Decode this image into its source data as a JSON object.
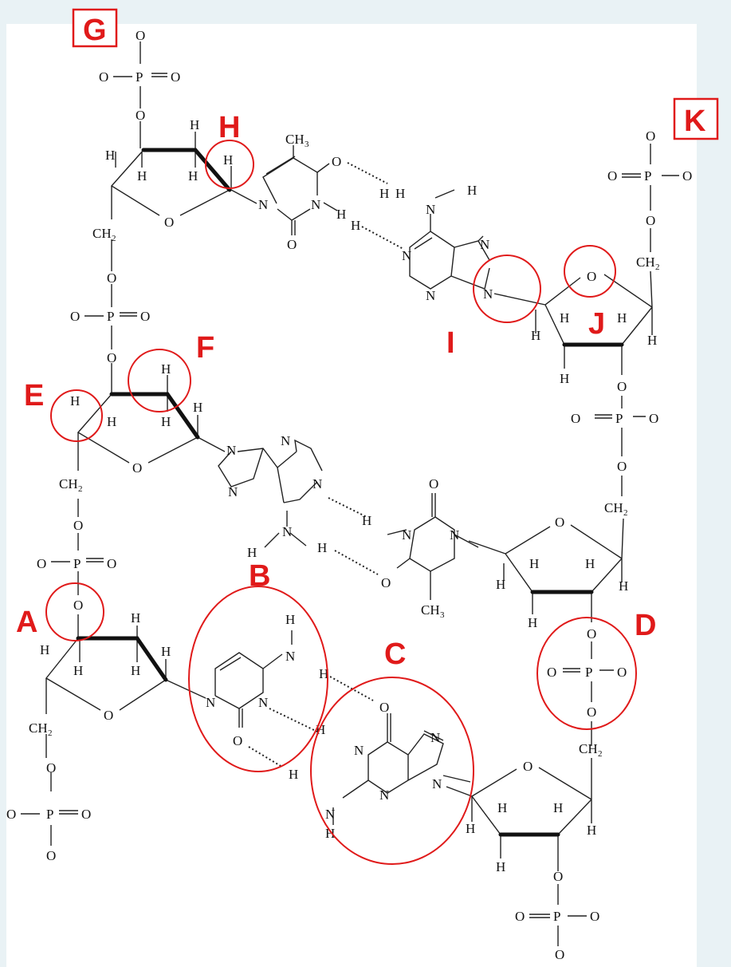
{
  "labels": {
    "A": "A",
    "B": "B",
    "C": "C",
    "D": "D",
    "E": "E",
    "F": "F",
    "G": "G",
    "H": "H",
    "I": "I",
    "J": "J",
    "K": "K"
  },
  "atoms": {
    "O": "O",
    "P": "P",
    "H": "H",
    "N": "N",
    "C": "C",
    "CH2": "CH",
    "CH3": "CH",
    "sub2": "2",
    "sub3": "3"
  },
  "colors": {
    "background": "#e9f2f5",
    "canvas": "#ffffff",
    "marker": "#e01a1a",
    "ink": "#111111"
  }
}
